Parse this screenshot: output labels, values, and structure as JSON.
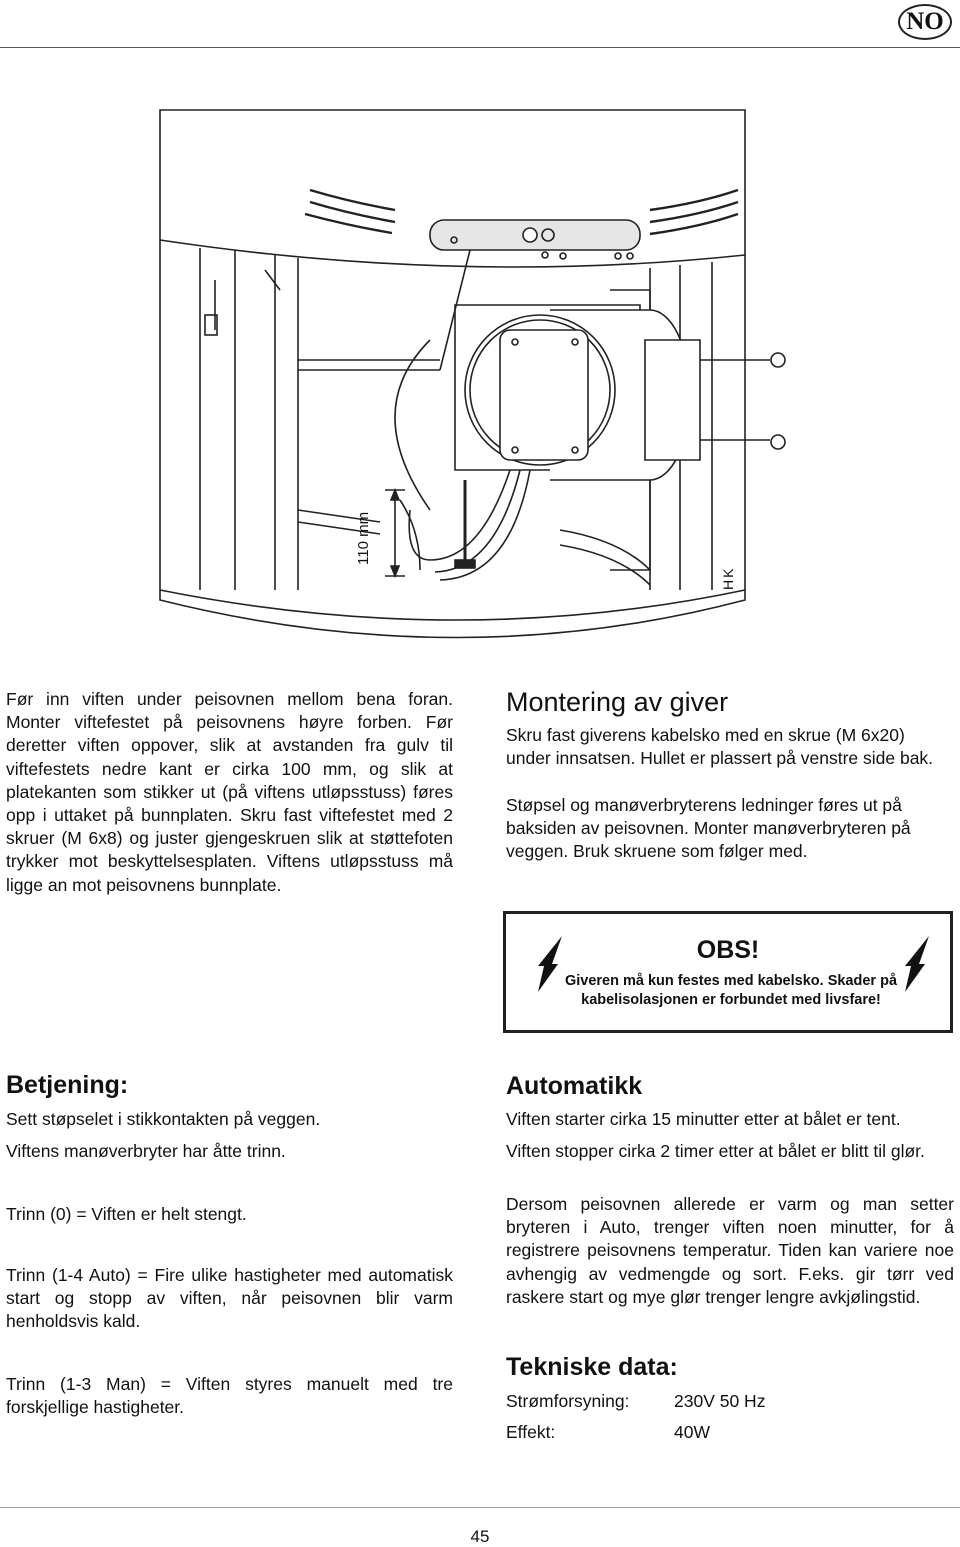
{
  "header": {
    "language_badge": "NO"
  },
  "figure": {
    "dimension_label": "110 mm",
    "artist_initials": "HK"
  },
  "intro": {
    "text": "Før inn viften under peisovnen mellom bena foran. Monter viftefestet på peisovnens høyre forben. Før deretter viften oppover, slik at avstanden fra gulv til viftefestets nedre kant er cirka 100 mm, og slik at platekanten som stikker ut (på viftens utløpsstuss) føres opp i uttaket på bunnplaten. Skru fast viftefestet med 2 skruer (M 6x8) og juster gjengeskruen slik at støttefoten trykker mot beskyttelsesplaten. Viftens utløpsstuss må ligge an mot peisovnens bunnplate."
  },
  "montering": {
    "title": "Montering av giver",
    "paragraph_1": "Skru fast giverens kabelsko med en skrue (M 6x20) under innsatsen. Hullet er plassert på venstre side bak.",
    "paragraph_2": "Støpsel og manøverbryterens ledninger føres ut på baksiden av peisovnen. Monter manøverbryteren på veggen. Bruk skruene som følger med."
  },
  "warning": {
    "title": "OBS!",
    "text": "Giveren må kun festes med kabelsko. Skader på kabelisolasjonen er forbundet med livsfare!"
  },
  "betjening": {
    "title": "Betjening:",
    "lines": [
      "Sett støpselet i stikkontakten på veggen.",
      "Viftens manøverbryter har åtte trinn.",
      "Trinn (0) = Viften er helt stengt.",
      "Trinn (1-4 Auto) = Fire ulike hastigheter med automatisk start og stopp av viften, når peisovnen blir varm henholdsvis kald.",
      "Trinn (1-3 Man) = Viften styres manuelt med tre forskjellige hastigheter."
    ]
  },
  "automatikk": {
    "title": "Automatikk",
    "lines": [
      "Viften starter cirka 15 minutter etter at bålet er tent.",
      "Viften stopper cirka 2 timer etter at bålet er blitt til glør.",
      "Dersom peisovnen allerede er varm og man setter bryteren i Auto, trenger viften noen minutter, for å registrere peisovnens temperatur. Tiden kan variere noe avhengig av vedmengde og sort. F.eks. gir tørr ved raskere start og mye glør trenger lengre avkjølingstid."
    ]
  },
  "tekniske": {
    "title": "Tekniske data:",
    "rows": [
      {
        "label": "Strømforsyning:",
        "value": "230V 50 Hz"
      },
      {
        "label": "Effekt:",
        "value": "40W"
      }
    ]
  },
  "footer": {
    "page_number": "45"
  }
}
